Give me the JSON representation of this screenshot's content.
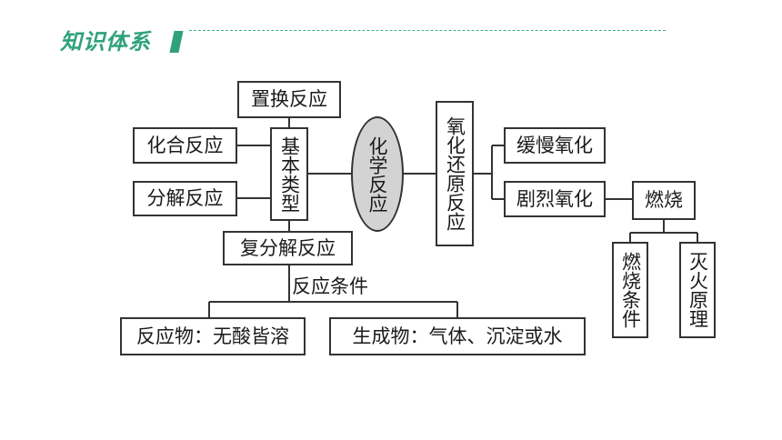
{
  "header": {
    "title": "知识体系"
  },
  "center": {
    "label": "化学反应"
  },
  "basic_types": {
    "label": "基本类型",
    "items": {
      "displacement": "置换反应",
      "combination": "化合反应",
      "decomposition": "分解反应",
      "double_decomposition": "复分解反应"
    }
  },
  "conditions": {
    "label": "反应条件",
    "reactants": "反应物：无酸皆溶",
    "products": "生成物：气体、沉淀或水"
  },
  "redox": {
    "label": "氧化还原反应",
    "slow": "缓慢氧化",
    "vigorous": "剧烈氧化",
    "combustion": "燃烧",
    "combustion_conditions": "燃烧条件",
    "extinguishing_principle": "灭火原理"
  },
  "colors": {
    "accent": "#2fa27c",
    "ellipse_fill": "#d3d3d3",
    "line": "#333333"
  }
}
